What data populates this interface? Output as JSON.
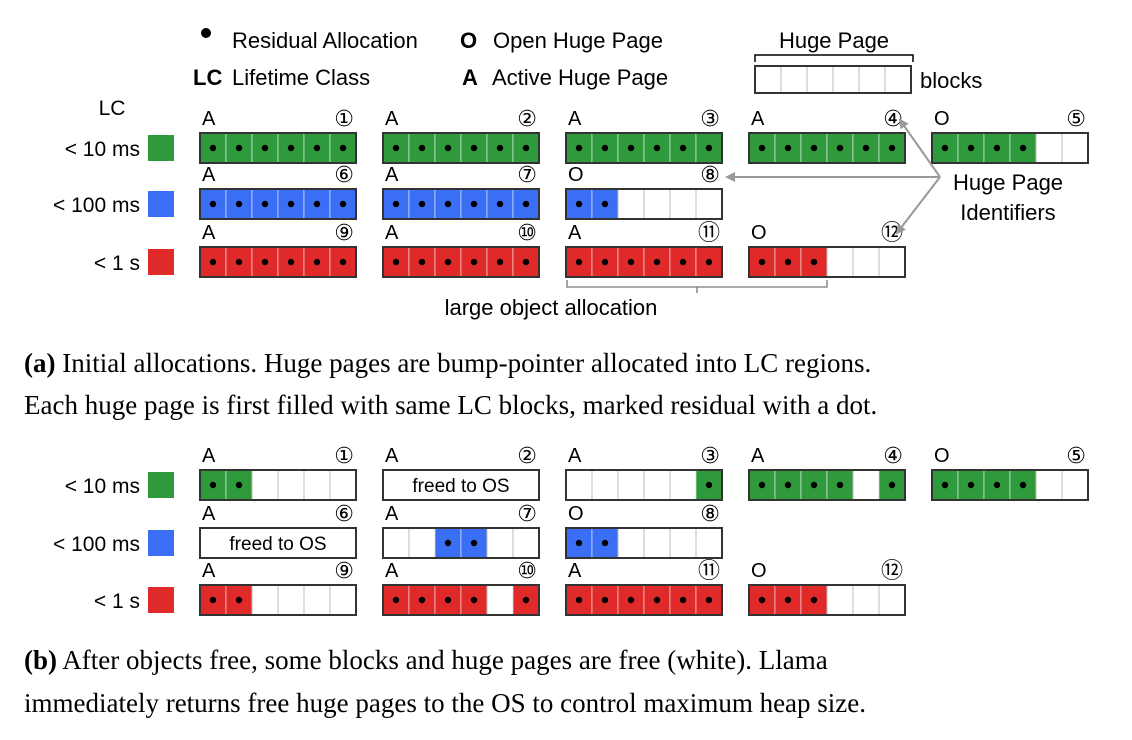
{
  "legend": {
    "residual_label": "Residual Allocation",
    "open_symbol": "O",
    "open_label": "Open Huge Page",
    "lc_symbol": "LC",
    "lc_label": "Lifetime Class",
    "active_symbol": "A",
    "active_label": "Active Huge Page",
    "hugepage_title": "Huge Page",
    "blocks_label": "blocks"
  },
  "lc_header": "LC",
  "rows": [
    {
      "label": "< 10 ms",
      "color": "#2e9a3c"
    },
    {
      "label": "< 100 ms",
      "color": "#3a6ef5"
    },
    {
      "label": "< 1 s",
      "color": "#e02a2a"
    }
  ],
  "annotations": {
    "identifiers": [
      "Huge Page",
      "Identifiers"
    ],
    "large_object": "large object allocation"
  },
  "freed_text": "freed to OS",
  "panel_a": {
    "caption_prefix": "(a)",
    "caption_line1": " Initial allocations. Huge pages are bump-pointer allocated into LC regions.",
    "caption_line2": "Each huge page is first filled with same LC blocks, marked residual with a dot.",
    "pages": [
      {
        "id": "①",
        "state": "A",
        "row": 0,
        "col": 0,
        "blocks": [
          1,
          1,
          1,
          1,
          1,
          1
        ],
        "dots": [
          1,
          1,
          1,
          1,
          1,
          1
        ]
      },
      {
        "id": "②",
        "state": "A",
        "row": 0,
        "col": 1,
        "blocks": [
          1,
          1,
          1,
          1,
          1,
          1
        ],
        "dots": [
          1,
          1,
          1,
          1,
          1,
          1
        ]
      },
      {
        "id": "③",
        "state": "A",
        "row": 0,
        "col": 2,
        "blocks": [
          1,
          1,
          1,
          1,
          1,
          1
        ],
        "dots": [
          1,
          1,
          1,
          1,
          1,
          1
        ]
      },
      {
        "id": "④",
        "state": "A",
        "row": 0,
        "col": 3,
        "blocks": [
          1,
          1,
          1,
          1,
          1,
          1
        ],
        "dots": [
          1,
          1,
          1,
          1,
          1,
          1
        ]
      },
      {
        "id": "⑤",
        "state": "O",
        "row": 0,
        "col": 4,
        "blocks": [
          1,
          1,
          1,
          1,
          0,
          0
        ],
        "dots": [
          1,
          1,
          1,
          1,
          0,
          0
        ]
      },
      {
        "id": "⑥",
        "state": "A",
        "row": 1,
        "col": 0,
        "blocks": [
          1,
          1,
          1,
          1,
          1,
          1
        ],
        "dots": [
          1,
          1,
          1,
          1,
          1,
          1
        ]
      },
      {
        "id": "⑦",
        "state": "A",
        "row": 1,
        "col": 1,
        "blocks": [
          1,
          1,
          1,
          1,
          1,
          1
        ],
        "dots": [
          1,
          1,
          1,
          1,
          1,
          1
        ]
      },
      {
        "id": "⑧",
        "state": "O",
        "row": 1,
        "col": 2,
        "blocks": [
          1,
          1,
          0,
          0,
          0,
          0
        ],
        "dots": [
          1,
          1,
          0,
          0,
          0,
          0
        ]
      },
      {
        "id": "⑨",
        "state": "A",
        "row": 2,
        "col": 0,
        "blocks": [
          1,
          1,
          1,
          1,
          1,
          1
        ],
        "dots": [
          1,
          1,
          1,
          1,
          1,
          1
        ]
      },
      {
        "id": "⑩",
        "state": "A",
        "row": 2,
        "col": 1,
        "blocks": [
          1,
          1,
          1,
          1,
          1,
          1
        ],
        "dots": [
          1,
          1,
          1,
          1,
          1,
          1
        ]
      },
      {
        "id": "⑪",
        "state": "A",
        "row": 2,
        "col": 2,
        "blocks": [
          1,
          1,
          1,
          1,
          1,
          1
        ],
        "dots": [
          1,
          1,
          1,
          1,
          1,
          1
        ]
      },
      {
        "id": "⑫",
        "state": "O",
        "row": 2,
        "col": 3,
        "blocks": [
          1,
          1,
          1,
          0,
          0,
          0
        ],
        "dots": [
          1,
          1,
          1,
          0,
          0,
          0
        ]
      }
    ]
  },
  "panel_b": {
    "caption_prefix": "(b)",
    "caption_line1": " After objects free, some blocks and huge pages are free (white). Llama",
    "caption_line2": "immediately returns free huge pages to the OS to control maximum heap size.",
    "pages": [
      {
        "id": "①",
        "state": "A",
        "row": 0,
        "col": 0,
        "blocks": [
          1,
          1,
          0,
          0,
          0,
          0
        ],
        "dots": [
          1,
          1,
          0,
          0,
          0,
          0
        ]
      },
      {
        "id": "②",
        "state": "A",
        "row": 0,
        "col": 1,
        "freed": true
      },
      {
        "id": "③",
        "state": "A",
        "row": 0,
        "col": 2,
        "blocks": [
          0,
          0,
          0,
          0,
          0,
          1
        ],
        "dots": [
          0,
          0,
          0,
          0,
          0,
          1
        ]
      },
      {
        "id": "④",
        "state": "A",
        "row": 0,
        "col": 3,
        "blocks": [
          1,
          1,
          1,
          1,
          0,
          1
        ],
        "dots": [
          1,
          1,
          1,
          1,
          0,
          1
        ]
      },
      {
        "id": "⑤",
        "state": "O",
        "row": 0,
        "col": 4,
        "blocks": [
          1,
          1,
          1,
          1,
          0,
          0
        ],
        "dots": [
          1,
          1,
          1,
          1,
          0,
          0
        ]
      },
      {
        "id": "⑥",
        "state": "A",
        "row": 1,
        "col": 0,
        "freed": true
      },
      {
        "id": "⑦",
        "state": "A",
        "row": 1,
        "col": 1,
        "blocks": [
          0,
          0,
          1,
          1,
          0,
          0
        ],
        "dots": [
          0,
          0,
          1,
          1,
          0,
          0
        ]
      },
      {
        "id": "⑧",
        "state": "O",
        "row": 1,
        "col": 2,
        "blocks": [
          1,
          1,
          0,
          0,
          0,
          0
        ],
        "dots": [
          1,
          1,
          0,
          0,
          0,
          0
        ]
      },
      {
        "id": "⑨",
        "state": "A",
        "row": 2,
        "col": 0,
        "blocks": [
          1,
          1,
          0,
          0,
          0,
          0
        ],
        "dots": [
          1,
          1,
          0,
          0,
          0,
          0
        ]
      },
      {
        "id": "⑩",
        "state": "A",
        "row": 2,
        "col": 1,
        "blocks": [
          1,
          1,
          1,
          1,
          0,
          1
        ],
        "dots": [
          1,
          1,
          1,
          1,
          0,
          1
        ]
      },
      {
        "id": "⑪",
        "state": "A",
        "row": 2,
        "col": 2,
        "blocks": [
          1,
          1,
          1,
          1,
          1,
          1
        ],
        "dots": [
          1,
          1,
          1,
          1,
          1,
          1
        ]
      },
      {
        "id": "⑫",
        "state": "O",
        "row": 2,
        "col": 3,
        "blocks": [
          1,
          1,
          1,
          0,
          0,
          0
        ],
        "dots": [
          1,
          1,
          1,
          0,
          0,
          0
        ]
      }
    ]
  }
}
